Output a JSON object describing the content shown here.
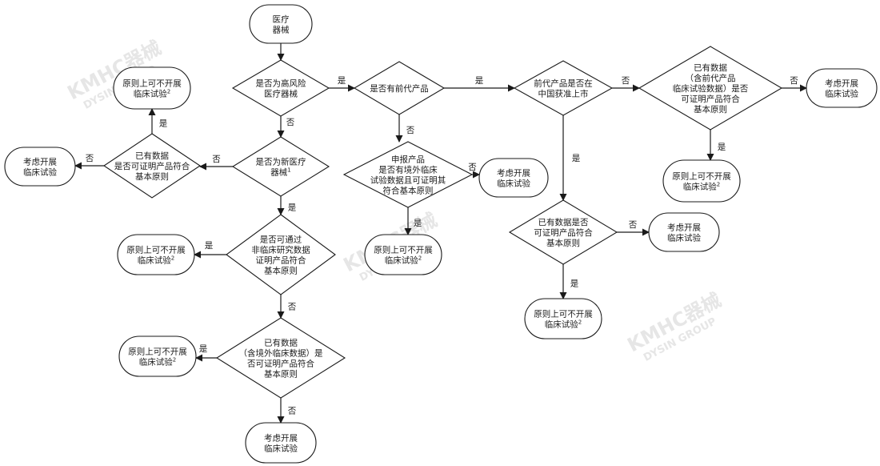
{
  "watermark": {
    "line1": "KMHC器械",
    "line2": "DYSIN GROUP"
  },
  "nodes": {
    "start": {
      "lines": [
        "医疗",
        "器械"
      ]
    },
    "q_high_risk": {
      "lines": [
        "是否为高风险",
        "医疗器械"
      ]
    },
    "q_new_device": {
      "lines": [
        "是否为新医疗",
        "器械"
      ],
      "sup": "1"
    },
    "q_existing_data_left": {
      "lines": [
        "已有数据",
        "是否可证明产品符合",
        "基本原则"
      ]
    },
    "r_no_trial_top_left": {
      "lines": [
        "原则上可不开展",
        "临床试验"
      ],
      "sup": "2"
    },
    "r_consider_left": {
      "lines": [
        "考虑开展",
        "临床试验"
      ]
    },
    "q_nonclinical": {
      "lines": [
        "是否可通过",
        "非临床研究数据",
        "证明产品符合",
        "基本原则"
      ]
    },
    "r_no_trial_mid_left": {
      "lines": [
        "原则上可不开展",
        "临床试验"
      ],
      "sup": "2"
    },
    "q_existing_data_overseas": {
      "lines": [
        "已有数据",
        "（含境外临床数据）是",
        "否可证明产品符合",
        "基本原则"
      ]
    },
    "r_no_trial_low_left": {
      "lines": [
        "原则上可不开展",
        "临床试验"
      ],
      "sup": "2"
    },
    "r_consider_bottom": {
      "lines": [
        "考虑开展",
        "临床试验"
      ]
    },
    "q_predecessor": {
      "lines": [
        "是否有前代产品"
      ]
    },
    "q_overseas_data": {
      "lines": [
        "申报产品",
        "是否有境外临床",
        "试验数据且可证明其",
        "符合基本原则"
      ]
    },
    "r_consider_mid": {
      "lines": [
        "考虑开展",
        "临床试验"
      ]
    },
    "r_no_trial_mid": {
      "lines": [
        "原则上可不开展",
        "临床试验"
      ],
      "sup": "2"
    },
    "q_marketed_china": {
      "lines": [
        "前代产品是否在",
        "中国获准上市"
      ]
    },
    "q_predecessor_data": {
      "lines": [
        "已有数据",
        "（含前代产品",
        "临床试验数据）是否",
        "可证明产品符合",
        "基本原则"
      ]
    },
    "r_consider_right": {
      "lines": [
        "考虑开展",
        "临床试验"
      ]
    },
    "r_no_trial_right": {
      "lines": [
        "原则上可不开展",
        "临床试验"
      ],
      "sup": "2"
    },
    "q_existing_data_right": {
      "lines": [
        "已有数据是否",
        "可证明产品符合",
        "基本原则"
      ]
    },
    "r_consider_right_low": {
      "lines": [
        "考虑开展",
        "临床试验"
      ]
    },
    "r_no_trial_right_low": {
      "lines": [
        "原则上可不开展",
        "临床试验"
      ],
      "sup": "2"
    }
  },
  "edges": [
    {
      "from": "start",
      "to": "q_high_risk",
      "label": ""
    },
    {
      "from": "q_high_risk",
      "to": "q_new_device",
      "label": "否"
    },
    {
      "from": "q_new_device",
      "to": "q_existing_data_left",
      "label": "否"
    },
    {
      "from": "q_existing_data_left",
      "to": "r_no_trial_top_left",
      "label": "是"
    },
    {
      "from": "q_existing_data_left",
      "to": "r_consider_left",
      "label": "否"
    },
    {
      "from": "q_new_device",
      "to": "q_nonclinical",
      "label": "是"
    },
    {
      "from": "q_nonclinical",
      "to": "r_no_trial_mid_left",
      "label": "是"
    },
    {
      "from": "q_nonclinical",
      "to": "q_existing_data_overseas",
      "label": "否"
    },
    {
      "from": "q_existing_data_overseas",
      "to": "r_no_trial_low_left",
      "label": "是"
    },
    {
      "from": "q_existing_data_overseas",
      "to": "r_consider_bottom",
      "label": "否"
    },
    {
      "from": "q_high_risk",
      "to": "q_predecessor",
      "label": "是"
    },
    {
      "from": "q_predecessor",
      "to": "q_overseas_data",
      "label": "否"
    },
    {
      "from": "q_overseas_data",
      "to": "r_consider_mid",
      "label": "否"
    },
    {
      "from": "q_overseas_data",
      "to": "r_no_trial_mid",
      "label": "是"
    },
    {
      "from": "q_predecessor",
      "to": "q_marketed_china",
      "label": "是"
    },
    {
      "from": "q_marketed_china",
      "to": "q_predecessor_data",
      "label": "否"
    },
    {
      "from": "q_predecessor_data",
      "to": "r_consider_right",
      "label": "否"
    },
    {
      "from": "q_predecessor_data",
      "to": "r_no_trial_right",
      "label": "是"
    },
    {
      "from": "q_marketed_china",
      "to": "q_existing_data_right",
      "label": "是"
    },
    {
      "from": "q_existing_data_right",
      "to": "r_consider_right_low",
      "label": "否"
    },
    {
      "from": "q_existing_data_right",
      "to": "r_no_trial_right_low",
      "label": "是"
    }
  ]
}
